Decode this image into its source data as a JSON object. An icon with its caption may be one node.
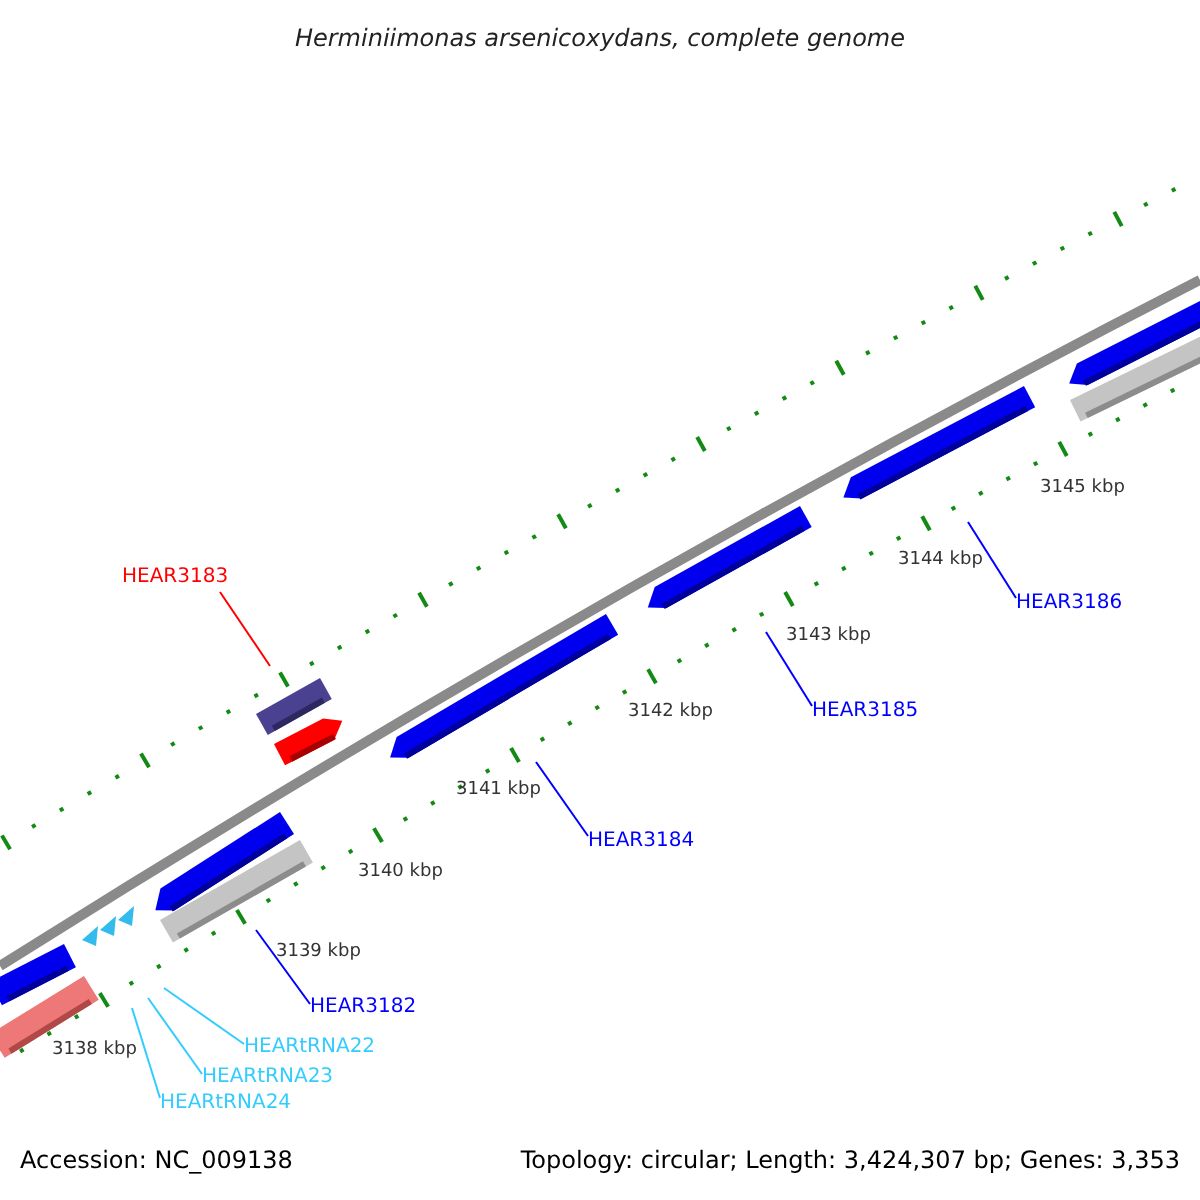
{
  "diagram": {
    "title": "Herminiimonas arsenicoxydans, complete genome",
    "nodes": [
      {
        "text": [
          "HEAR3183"
        ]
      },
      {
        "text": [
          "HEAR3182"
        ]
      },
      {
        "text": [
          "HEAR3184"
        ]
      },
      {
        "text": [
          "HEAR3185"
        ]
      },
      {
        "text": [
          "HEAR3186"
        ]
      },
      {
        "text": [
          "HEARtRNA22"
        ]
      },
      {
        "text": [
          "HEARtRNA23"
        ]
      },
      {
        "text": [
          "HEARtRNA24"
        ]
      }
    ],
    "edges": [
      {
        "from": 0,
        "to": null,
        "arrow": "none",
        "color": "#ff0000"
      },
      {
        "from": 1,
        "to": null,
        "arrow": "none"
      },
      {
        "from": 2,
        "to": null,
        "arrow": "none"
      },
      {
        "from": 3,
        "to": null,
        "arrow": "none"
      },
      {
        "from": 4,
        "to": null,
        "arrow": "none"
      },
      {
        "from": 5,
        "to": null,
        "arrow": "none",
        "color": "#33ccff"
      },
      {
        "from": 6,
        "to": null,
        "arrow": "none",
        "color": "#33ccff"
      },
      {
        "from": 7,
        "to": null,
        "arrow": "none",
        "color": "#33ccff"
      }
    ],
    "labels": [
      "3145 kbp",
      "3144 kbp",
      "3143 kbp",
      "3142 kbp",
      "3141 kbp",
      "3140 kbp",
      "3139 kbp",
      "3138 kbp",
      "Accession: NC_009138",
      "Topology: circular; Length: 3,424,307 bp; Genes: 3,353"
    ]
  }
}
